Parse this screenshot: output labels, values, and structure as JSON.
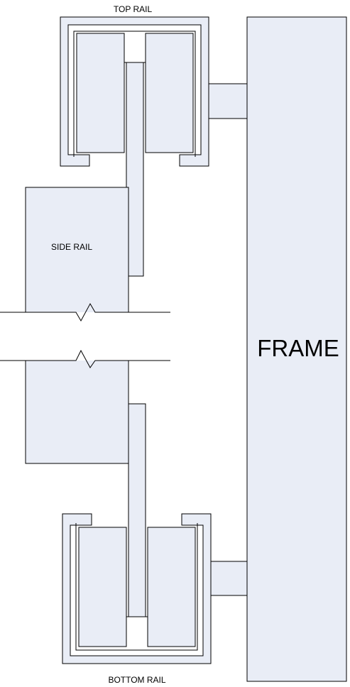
{
  "labels": {
    "top_rail": "TOP RAIL",
    "side_rail": "SIDE RAIL",
    "frame": "FRAME",
    "bottom_rail": "BOTTOM RAIL"
  },
  "colors": {
    "fill": "#e9edf6",
    "stroke": "#000000",
    "background": "#ffffff"
  }
}
